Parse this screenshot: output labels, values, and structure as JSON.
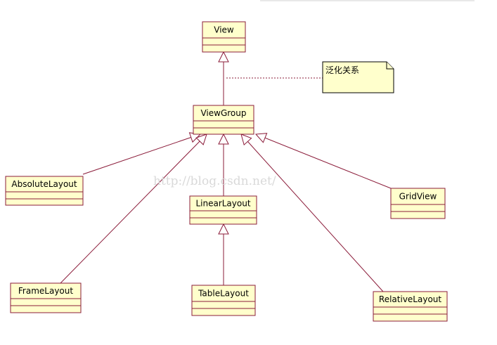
{
  "classes": [
    {
      "id": "view",
      "name": "View"
    },
    {
      "id": "viewgroup",
      "name": "ViewGroup"
    },
    {
      "id": "absolutelayout",
      "name": "AbsoluteLayout"
    },
    {
      "id": "linearlayout",
      "name": "LinearLayout"
    },
    {
      "id": "gridview",
      "name": "GridView"
    },
    {
      "id": "framelayout",
      "name": "FrameLayout"
    },
    {
      "id": "tablelayout",
      "name": "TableLayout"
    },
    {
      "id": "relativelayout",
      "name": "RelativeLayout"
    }
  ],
  "relations": [
    {
      "from": "viewgroup",
      "to": "view",
      "type": "generalization"
    },
    {
      "from": "absolutelayout",
      "to": "viewgroup",
      "type": "generalization"
    },
    {
      "from": "framelayout",
      "to": "viewgroup",
      "type": "generalization"
    },
    {
      "from": "linearlayout",
      "to": "viewgroup",
      "type": "generalization"
    },
    {
      "from": "relativelayout",
      "to": "viewgroup",
      "type": "generalization"
    },
    {
      "from": "gridview",
      "to": "viewgroup",
      "type": "generalization"
    },
    {
      "from": "tablelayout",
      "to": "linearlayout",
      "type": "generalization"
    }
  ],
  "note": {
    "text": "泛化关系"
  },
  "watermark": "http://blog.csdn.net/",
  "colors": {
    "class_fill": "#ffffcc",
    "class_border": "#8b1c3a",
    "edge": "#8b1c3a"
  }
}
